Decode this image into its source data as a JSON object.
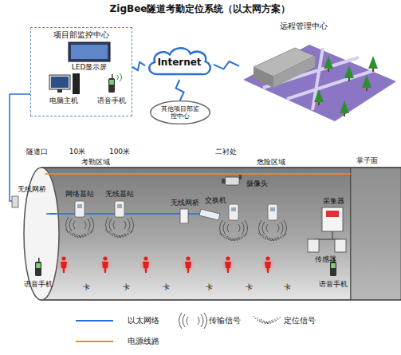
{
  "diagram": {
    "title": "ZigBee隧道考勤定位系统（以太网方案）",
    "nodes": [
      {
        "text": [
          "项目部监控中心"
        ]
      },
      {
        "text": [
          "Internet"
        ]
      },
      {
        "text": [
          "远程管理中心"
        ]
      },
      {
        "text": [
          "其他项目部监控中心"
        ]
      }
    ],
    "edges": [
      {
        "from": 0,
        "to": 1,
        "arrow": "none"
      },
      {
        "from": 1,
        "to": 2,
        "arrow": "none"
      },
      {
        "from": 1,
        "to": 3,
        "arrow": "none"
      }
    ],
    "labels": [
      "LED显示屏",
      "电脑主机",
      "语音手机",
      "隧道口",
      "10米",
      "100米",
      "考勤区域",
      "二衬处",
      "危险区域",
      "掌子面",
      "无线网桥",
      "网络基站",
      "无线基站",
      "无线网桥",
      "交换机",
      "摄像头",
      "采集器",
      "传感器",
      "语音手机",
      "卡",
      "卡",
      "卡",
      "卡",
      "卡",
      "卡",
      "语音手机"
    ],
    "legend": [
      {
        "text": "以太网络"
      },
      {
        "text": "电源线路"
      },
      {
        "text": "传输信号"
      },
      {
        "text": "定位信号"
      }
    ]
  }
}
